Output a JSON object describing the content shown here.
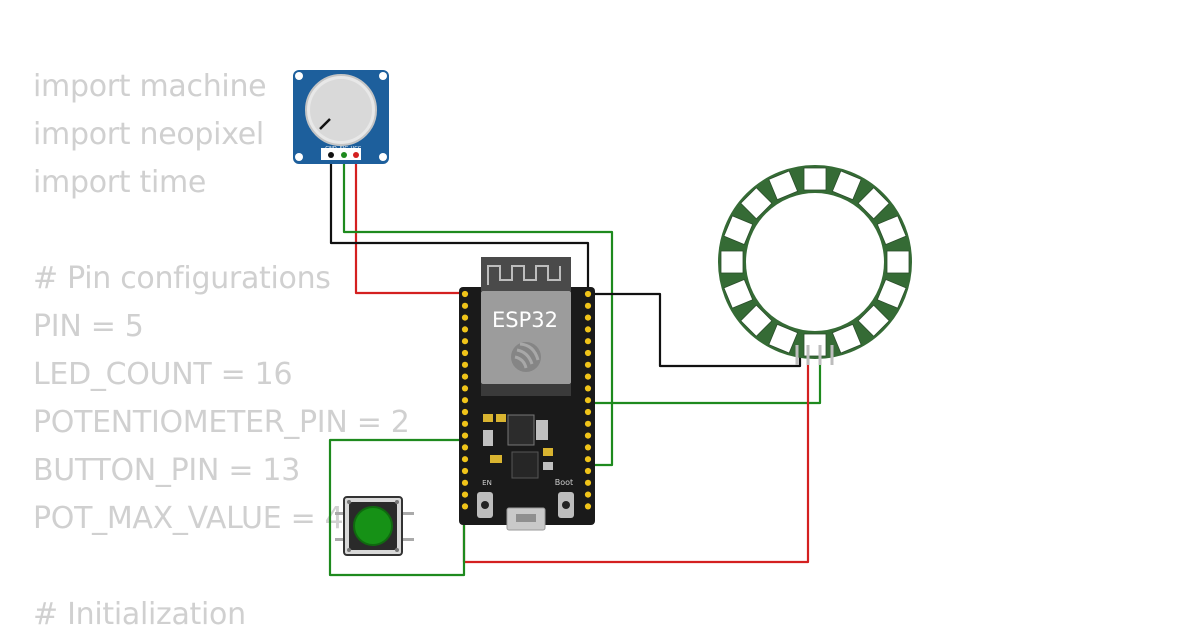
{
  "code_lines": [
    "import machine",
    "import neopixel",
    "import time",
    "",
    "# Pin configurations",
    "PIN = 5",
    "LED_COUNT = 16",
    "POTENTIOMETER_PIN = 2",
    "BUTTON_PIN = 13",
    "POT_MAX_VALUE = 4",
    "",
    "# Initialization"
  ],
  "board": {
    "chip_label": "ESP32",
    "boot_label": "Boot",
    "en_label": "EN"
  },
  "potentiometer": {
    "pins": [
      "GND",
      "SIG",
      "VCC"
    ]
  },
  "colors": {
    "code_text": "#d0d0d0",
    "wire_red": "#d42020",
    "wire_green": "#1e8a1e",
    "wire_black": "#111111",
    "pcb": "#1a1a1a",
    "pin_gold": "#f0c419",
    "pot_board": "#1d5f9c",
    "ring_green": "#356b35",
    "button_cap": "#169116"
  },
  "icons": {
    "espressif_logo": "espressif-logo-icon"
  }
}
